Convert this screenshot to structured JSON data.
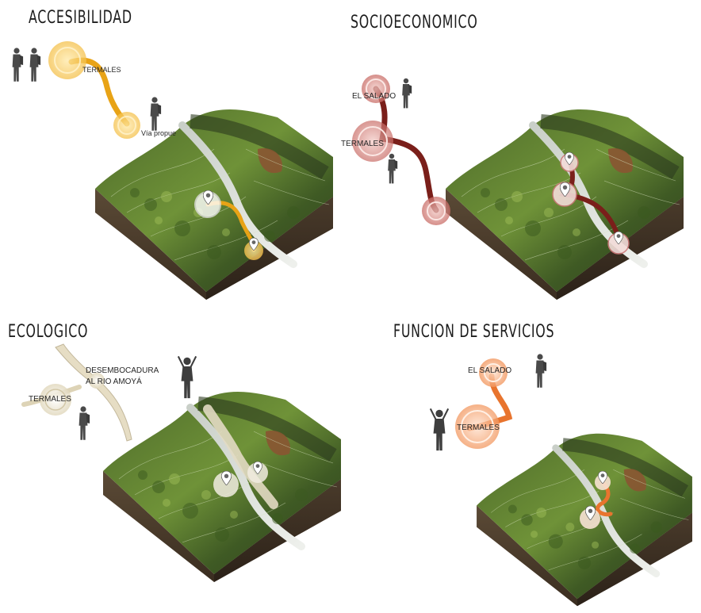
{
  "panels": {
    "accesibilidad": {
      "title": "ACCESIBILIDAD",
      "labels": {
        "termales": "TERMALES",
        "via": "Vía propue"
      },
      "route_color": "#e8a316"
    },
    "socioeconomico": {
      "title": "SOCIOECONOMICO",
      "labels": {
        "el_salado": "EL SALADO",
        "termales": "TERMALES"
      },
      "route_color": "#7a1f1a"
    },
    "ecologico": {
      "title": "ECOLOGICO",
      "labels": {
        "desembocadura": "DESEMBOCADURA",
        "rio": "AL RIO AMOYÁ",
        "termales": "TERMALES"
      },
      "route_color": "#d8cfb4"
    },
    "funcion": {
      "title": "FUNCION DE SERVICIOS",
      "labels": {
        "el_salado": "EL SALADO",
        "termales": "TERMALES"
      },
      "route_color": "#e8742e"
    }
  }
}
